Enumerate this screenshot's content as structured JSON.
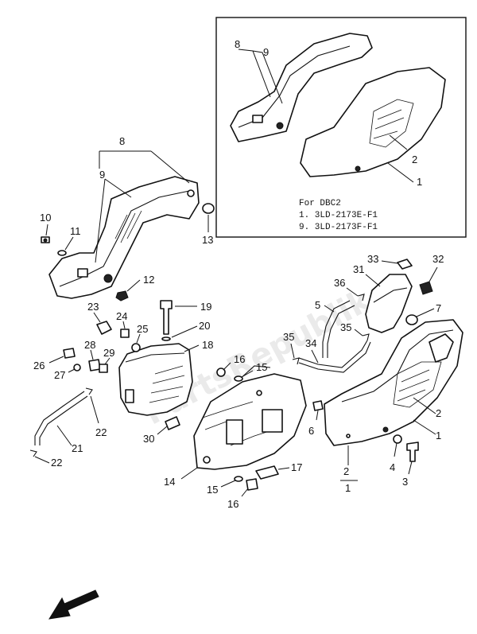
{
  "watermark": "PartsRepublik",
  "inset_note": {
    "title": "For DBC2",
    "lines": [
      "1. 3LD-2173E-F1",
      "9. 3LD-2173F-F1"
    ]
  },
  "callouts": {
    "c1": "1",
    "c2": "2",
    "c3": "3",
    "c4": "4",
    "c5": "5",
    "c6": "6",
    "c7": "7",
    "c8": "8",
    "c9": "9",
    "c10": "10",
    "c11": "11",
    "c12": "12",
    "c13": "13",
    "c14": "14",
    "c15": "15",
    "c16": "16",
    "c17": "17",
    "c18": "18",
    "c19": "19",
    "c20": "20",
    "c21": "21",
    "c22": "22",
    "c23": "23",
    "c24": "24",
    "c25": "25",
    "c26": "26",
    "c27": "27",
    "c28": "28",
    "c29": "29",
    "c30": "30",
    "c31": "31",
    "c32": "32",
    "c33": "33",
    "c34": "34",
    "c35": "35",
    "c36": "36"
  },
  "orientation_arrow": "front-arrow"
}
